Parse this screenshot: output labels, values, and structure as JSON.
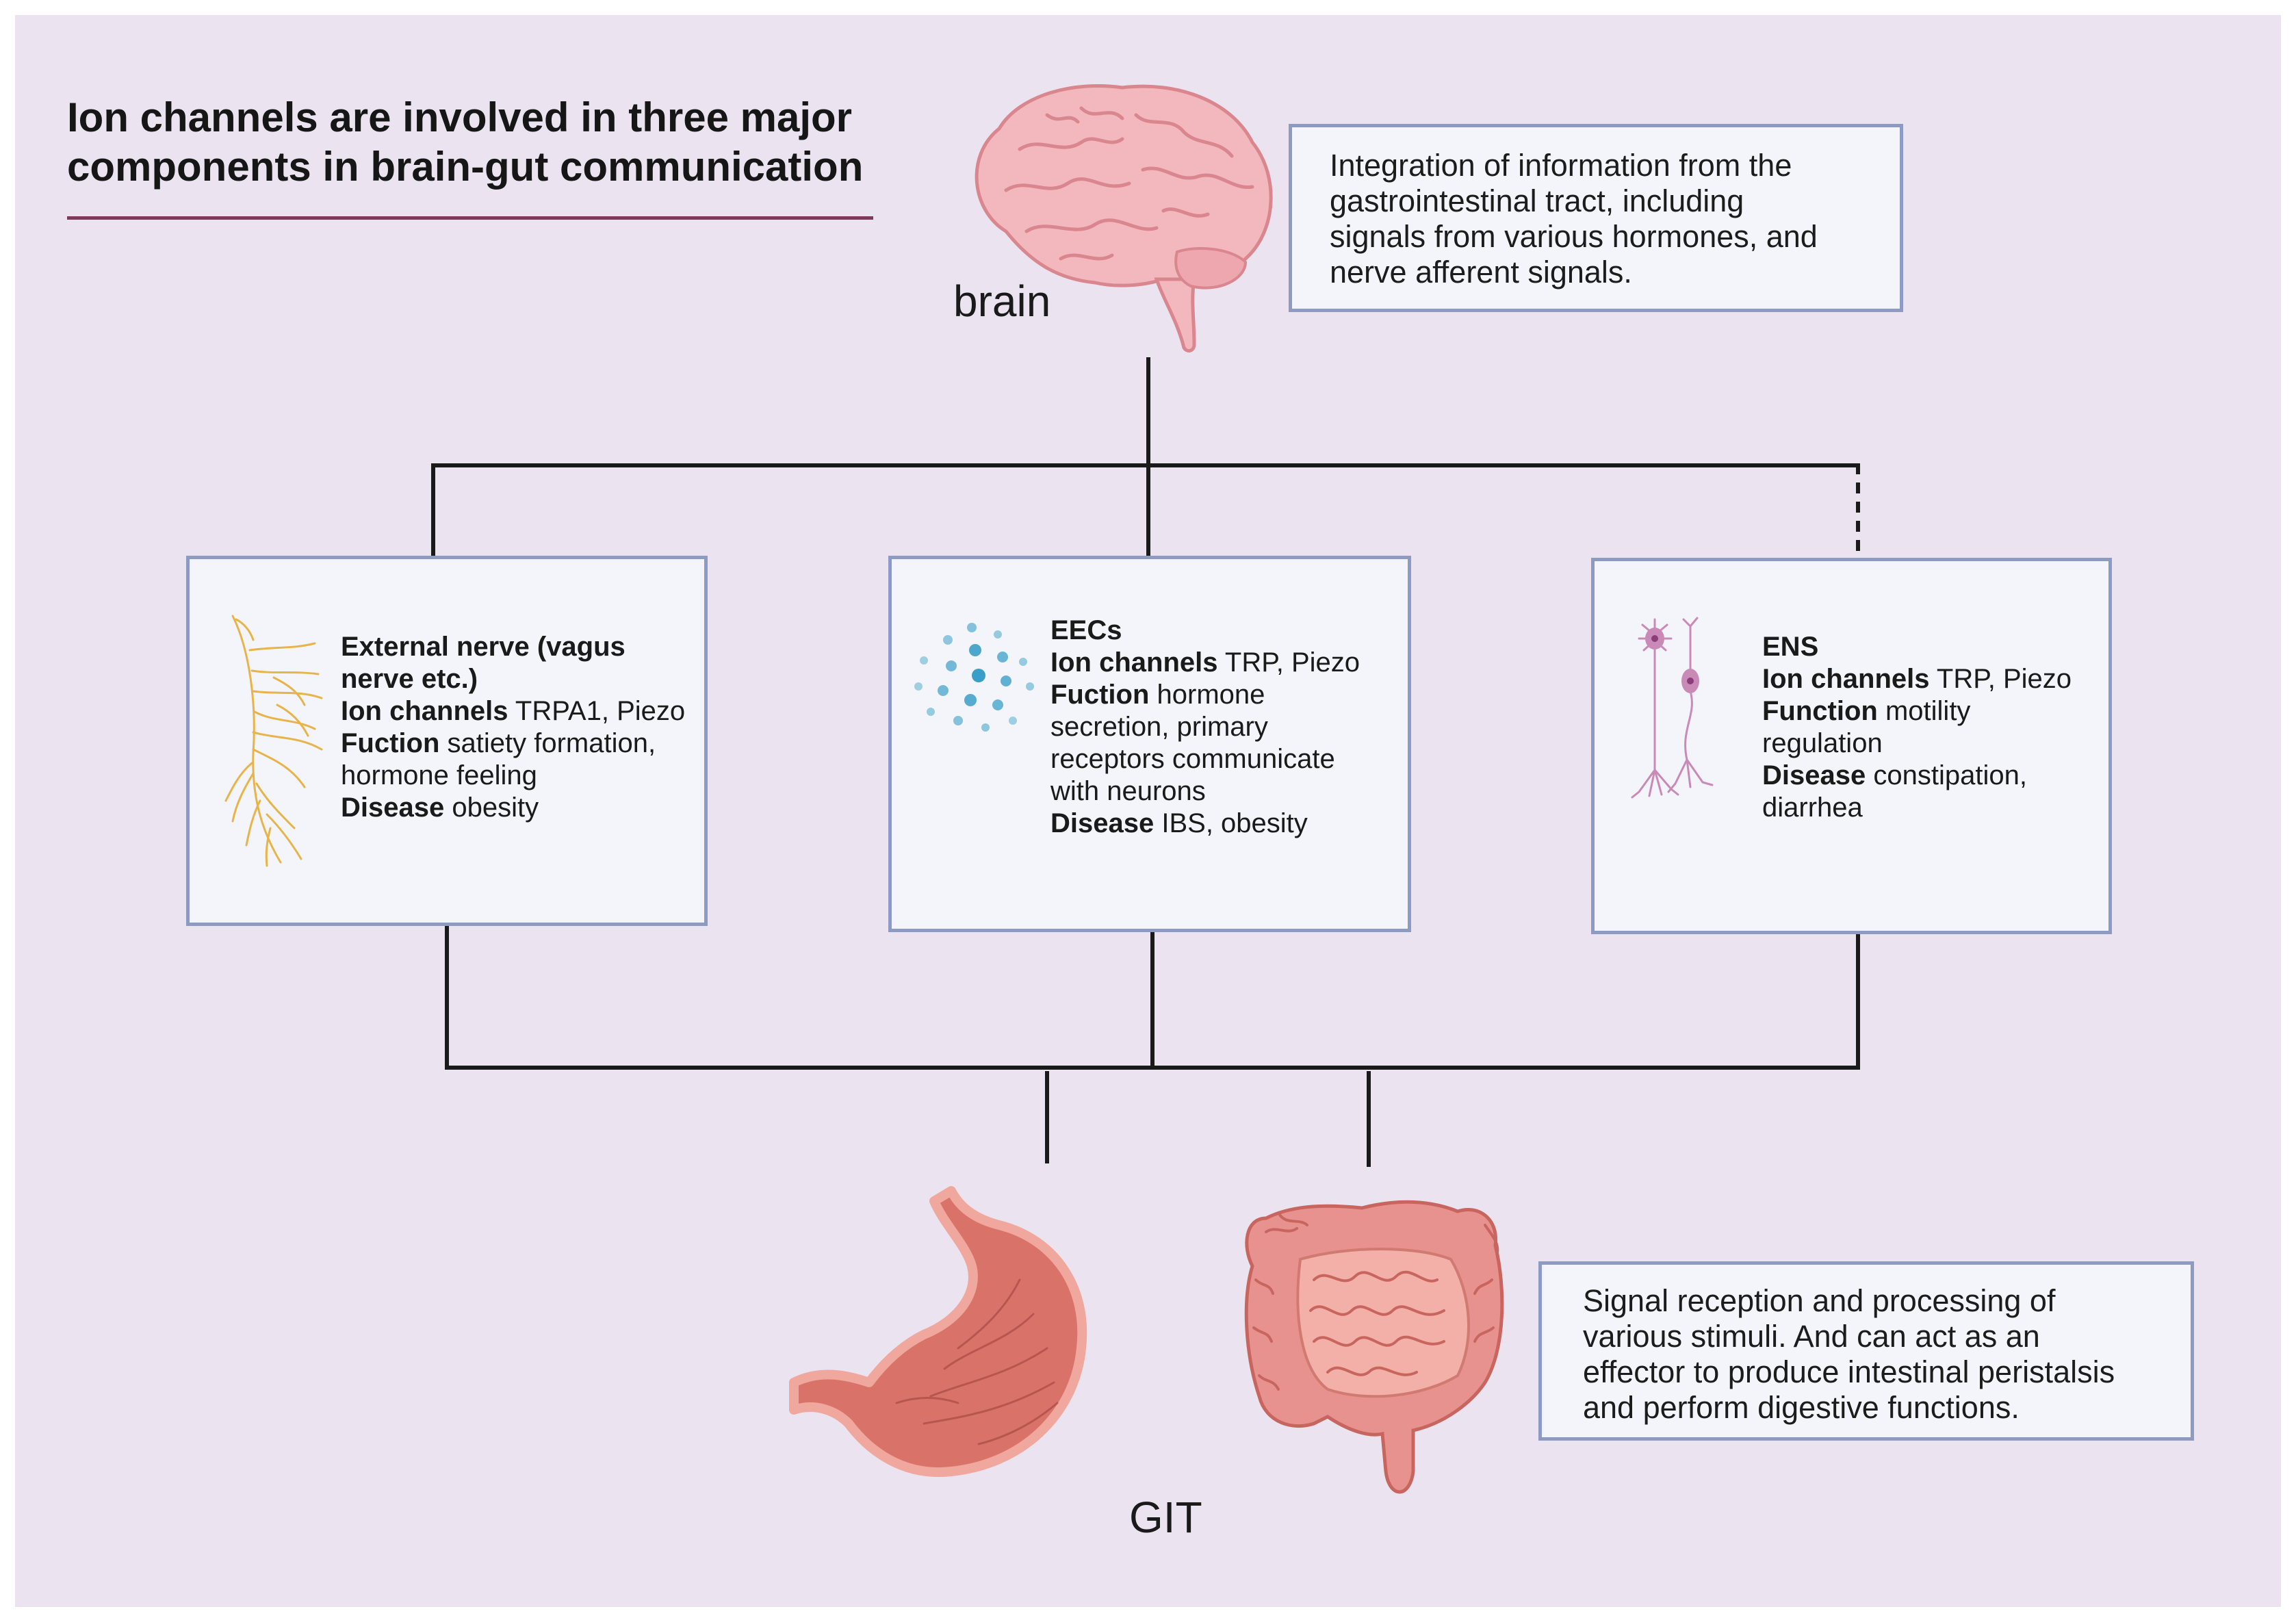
{
  "title": {
    "line1": "Ion channels are involved in three major",
    "line2": "components in brain-gut communication"
  },
  "brain": {
    "label": "brain",
    "description": [
      "Integration of information from the",
      "gastrointestinal tract, including",
      "signals from various hormones, and",
      "nerve afferent signals."
    ]
  },
  "cards": {
    "external_nerve": {
      "heading_line1": "External nerve (vagus",
      "heading_line2": "nerve etc.)",
      "ion_label": "Ion channels",
      "ion_value": " TRPA1, Piezo",
      "function_label": "Fuction",
      "function_value_line1": " satiety formation,",
      "function_value_line2": "hormone feeling",
      "disease_label": "Disease",
      "disease_value": " obesity"
    },
    "eecs": {
      "heading": "EECs",
      "ion_label": "Ion channels",
      "ion_value": " TRP, Piezo",
      "function_label": "Fuction",
      "function_value_line1": " hormone",
      "function_value_line2": "secretion, primary",
      "function_value_line3": "receptors communicate",
      "function_value_line4": "with neurons",
      "disease_label": "Disease",
      "disease_value": " IBS, obesity"
    },
    "ens": {
      "heading": "ENS",
      "ion_label": "Ion channels",
      "ion_value": " TRP, Piezo",
      "function_label": "Function",
      "function_value_line1": " motility",
      "function_value_line2": "regulation",
      "disease_label": "Disease",
      "disease_value_line1": " constipation,",
      "disease_value_line2": "diarrhea"
    }
  },
  "git": {
    "label": "GIT",
    "description": [
      "Signal reception and processing of",
      "various stimuli. And can act as an",
      "effector to produce intestinal peristalsis",
      "and perform digestive functions."
    ]
  },
  "colors": {
    "background": "#ebe4f0",
    "box_fill": "#f3f5fa",
    "box_border": "#8d9bc2",
    "title_rule": "#7b3b5a",
    "connector": "#1a1a1a",
    "brain": "#f2b8bd",
    "nerve": "#e8b44a",
    "eec_dots": "#3a9fc8",
    "ens_neuron": "#c98ab8",
    "stomach": "#d9736a",
    "intestine": "#e8928f"
  }
}
